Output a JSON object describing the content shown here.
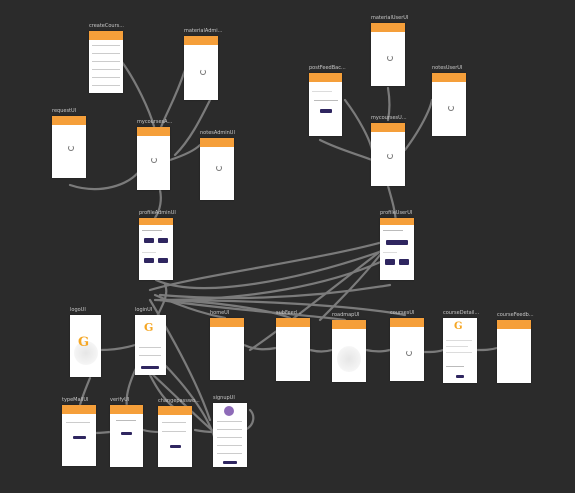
{
  "screens": {
    "createCourse": {
      "label": "createCours..."
    },
    "materialAdmin": {
      "label": "materialAdmi..."
    },
    "materialUser": {
      "label": "materialUserUI"
    },
    "postFeedback": {
      "label": "postFeedBac..."
    },
    "notesUser": {
      "label": "notesUserUI"
    },
    "requests": {
      "label": "requestUI"
    },
    "mycoursesAdmin": {
      "label": "mycoursesA..."
    },
    "notesAdmin": {
      "label": "notesAdminUI"
    },
    "mycoursesUser": {
      "label": "mycoursesU..."
    },
    "profileAdmin": {
      "label": "profileAdminUI"
    },
    "profileUser": {
      "label": "profileUserUI"
    },
    "logo": {
      "label": "logoUI"
    },
    "login": {
      "label": "loginUI"
    },
    "home": {
      "label": "homeUI"
    },
    "subFeed": {
      "label": "subFeed..."
    },
    "roadmap": {
      "label": "roadmapUI"
    },
    "courses": {
      "label": "coursesUI"
    },
    "courseDetail": {
      "label": "courseDetail..."
    },
    "courseFeedback": {
      "label": "courseFeedb..."
    },
    "typeMail": {
      "label": "typeMailUI"
    },
    "verify": {
      "label": "verifyUI"
    },
    "changepassword": {
      "label": "changepasswo..."
    },
    "signup": {
      "label": "signupUI"
    }
  },
  "colors": {
    "background": "#2b2b2b",
    "appbar": "#f59f3a",
    "edge": "#8a8a8a",
    "button": "#2f2660",
    "label": "#c8c8c8"
  }
}
